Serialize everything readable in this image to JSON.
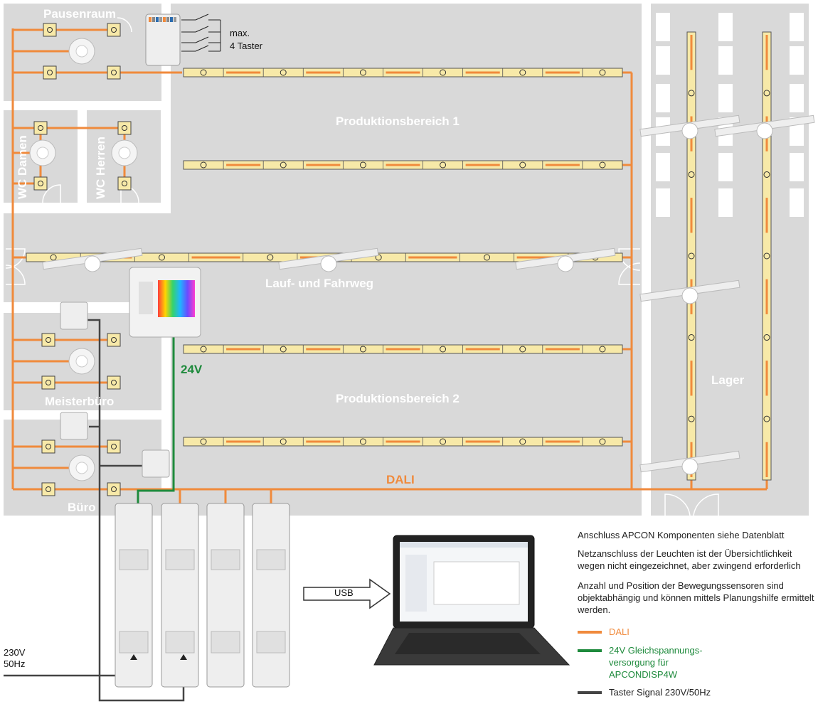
{
  "colors": {
    "dali": "#f08a3c",
    "supply24v": "#1e8a3c",
    "taster": "#444444",
    "room_fill": "#d9d9d9",
    "luminaire_fill": "#f7e9a8",
    "legend_dali_text": "#f08a3c",
    "legend_24v_text": "#1e8a3c",
    "legend_taster_text": "#222222"
  },
  "rooms": {
    "pausenraum": "Pausenraum",
    "wc_damen": "WC Damen",
    "wc_herren": "WC Herren",
    "meisterbuero": "Meisterbüro",
    "buero": "Büro",
    "produktion_1": "Produktionsbereich 1",
    "lauf_fahrweg": "Lauf- und Fahrweg",
    "produktion_2": "Produktionsbereich 2",
    "lager": "Lager"
  },
  "labels": {
    "max_taster": "max.\n4 Taster",
    "dali_bus": "DALI",
    "supply_24v": "24V",
    "usb": "USB",
    "mains": "230V\n50Hz",
    "module_brand": "APCON"
  },
  "notes": [
    "Anschluss APCON Komponenten siehe Datenblatt",
    "Netzanschluss der Leuchten ist der Übersichtlichkeit wegen nicht eingezeichnet, aber zwingend erforderlich",
    "Anzahl und Position der Bewegungssensoren sind objektabhängig und können mittels Planungshilfe ermittelt werden."
  ],
  "legend": [
    {
      "text": "DALI",
      "color_key": "legend_dali_text",
      "swatch": "dali"
    },
    {
      "text": "24V Gleichspannungs-\nversorgung für\nAPCONDISP4W",
      "color_key": "legend_24v_text",
      "swatch": "supply24v"
    },
    {
      "text": "Taster Signal 230V/50Hz",
      "color_key": "legend_taster_text",
      "swatch": "taster"
    }
  ]
}
